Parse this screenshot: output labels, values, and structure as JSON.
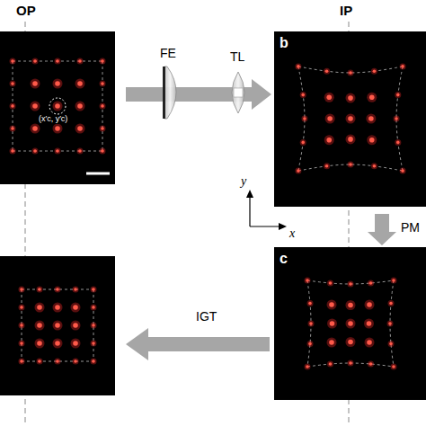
{
  "diagram": {
    "labels": [
      "OP",
      "IP",
      "FE",
      "TL",
      "b",
      "(x′c, y′c)",
      "y",
      "x",
      "PM",
      "c",
      "IGT"
    ]
  }
}
